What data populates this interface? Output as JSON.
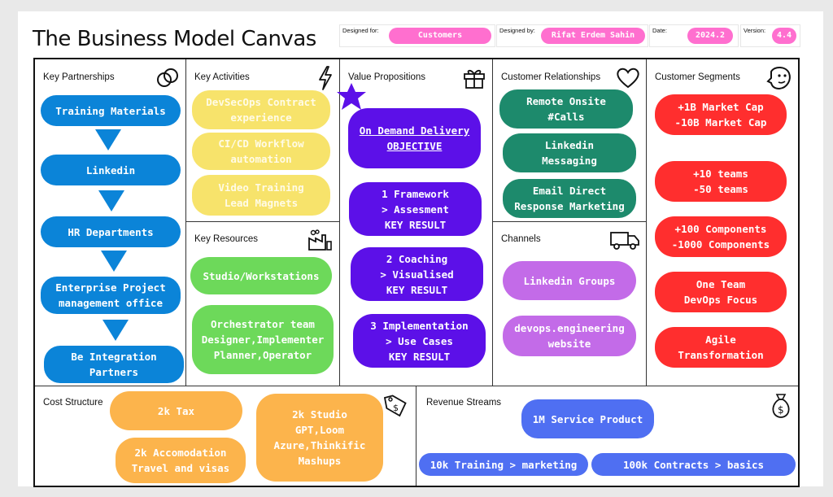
{
  "title": "The Business Model Canvas",
  "meta": {
    "designed_for_label": "Designed for:",
    "designed_for": "Customers",
    "designed_by_label": "Designed by:",
    "designed_by": "Rifat Erdem Sahin",
    "date_label": "Date:",
    "date": "2024.2",
    "version_label": "Version:",
    "version": "4.4"
  },
  "colors": {
    "partners_blue": "#0b84d8",
    "activities_yellow": "#f7e36b",
    "resources_green": "#6dd95a",
    "value_purple": "#5c10e8",
    "relationships_teal": "#1d8a6c",
    "channels_lilac": "#c36be8",
    "segments_red": "#ff2e2e",
    "cost_orange": "#fcb44c",
    "revenue_blue": "#4f6ff2",
    "meta_pink": "#ff6fcf"
  },
  "sections": {
    "key_partnerships": {
      "label": "Key Partnerships",
      "icon": "link-icon",
      "items": [
        "Training Materials",
        "Linkedin",
        "HR Departments",
        "Enterprise Project\nmanagement office",
        "Be Integration\nPartners"
      ]
    },
    "key_activities": {
      "label": "Key Activities",
      "icon": "lightning-icon",
      "items": [
        "DevSecOps Contract\nexperience",
        "CI/CD Workflow\nautomation",
        "Video Training\nLead Magnets"
      ]
    },
    "key_resources": {
      "label": "Key Resources",
      "icon": "factory-icon",
      "items": [
        "Studio/Workstations",
        "Orchestrator team\nDesigner,Implementer\nPlanner,Operator"
      ]
    },
    "value_propositions": {
      "label": "Value Propositions",
      "icon": "gift-icon",
      "objective_line1": "On Demand Delivery",
      "objective_line2": "OBJECTIVE",
      "items": [
        "1 Framework\n> Assesment\nKEY RESULT",
        "2 Coaching\n> Visualised\nKEY RESULT",
        "3 Implementation\n> Use Cases\nKEY RESULT"
      ]
    },
    "customer_relationships": {
      "label": "Customer Relationships",
      "icon": "heart-icon",
      "items": [
        "Remote Onsite\n#Calls",
        "Linkedin\nMessaging",
        "Email Direct\nResponse Marketing"
      ]
    },
    "channels": {
      "label": "Channels",
      "icon": "truck-icon",
      "items": [
        "Linkedin Groups",
        "devops.engineering\nwebsite"
      ]
    },
    "customer_segments": {
      "label": "Customer Segments",
      "icon": "face-icon",
      "items": [
        "+1B  Market Cap\n-10B Market Cap",
        "+10 teams\n-50 teams",
        "+100 Components\n-1000 Components",
        "One Team\nDevOps Focus",
        "Agile\nTransformation"
      ]
    },
    "cost_structure": {
      "label": "Cost Structure",
      "icon": "price-tag-icon",
      "items": [
        "2k Tax",
        "2k Accomodation\nTravel and visas",
        "2k Studio\nGPT,Loom\nAzure,Thinkific\nMashups"
      ]
    },
    "revenue_streams": {
      "label": "Revenue Streams",
      "icon": "money-bag-icon",
      "items": [
        "1M Service Product",
        "10k Training > marketing",
        "100k Contracts > basics"
      ]
    }
  }
}
